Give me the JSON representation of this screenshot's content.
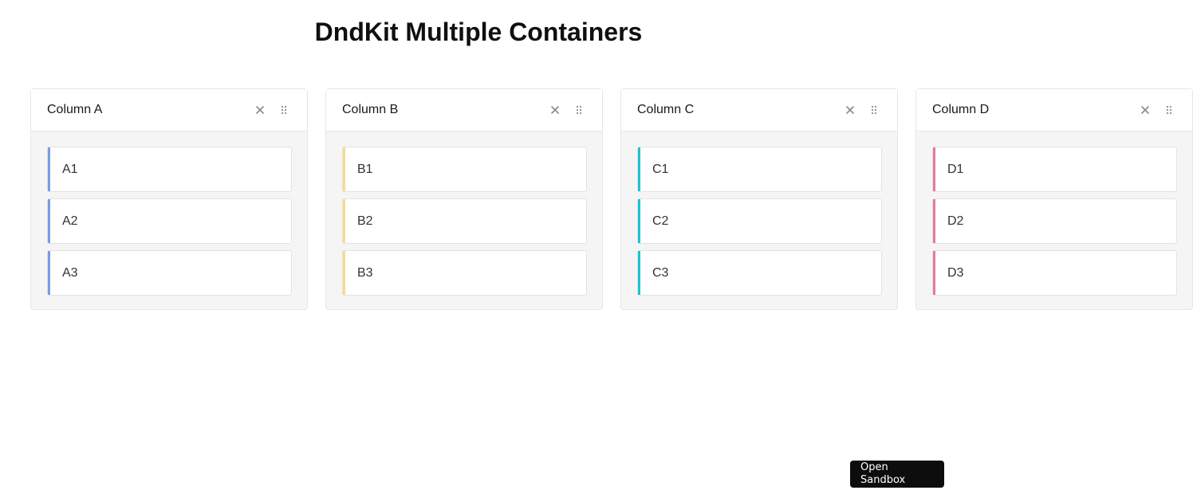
{
  "page": {
    "title": "DndKit Multiple Containers"
  },
  "columns": [
    {
      "title": "Column A",
      "accent": "#7b9ce6",
      "items": [
        "A1",
        "A2",
        "A3"
      ]
    },
    {
      "title": "Column B",
      "accent": "#f6dc8a",
      "items": [
        "B1",
        "B2",
        "B3"
      ]
    },
    {
      "title": "Column C",
      "accent": "#1ec3d2",
      "items": [
        "C1",
        "C2",
        "C3"
      ]
    },
    {
      "title": "Column D",
      "accent": "#e8799a",
      "items": [
        "D1",
        "D2",
        "D3"
      ]
    }
  ],
  "icons": {
    "remove": "close-icon",
    "drag": "drag-handle-icon"
  },
  "footer": {
    "sandbox_label": "Open Sandbox"
  }
}
